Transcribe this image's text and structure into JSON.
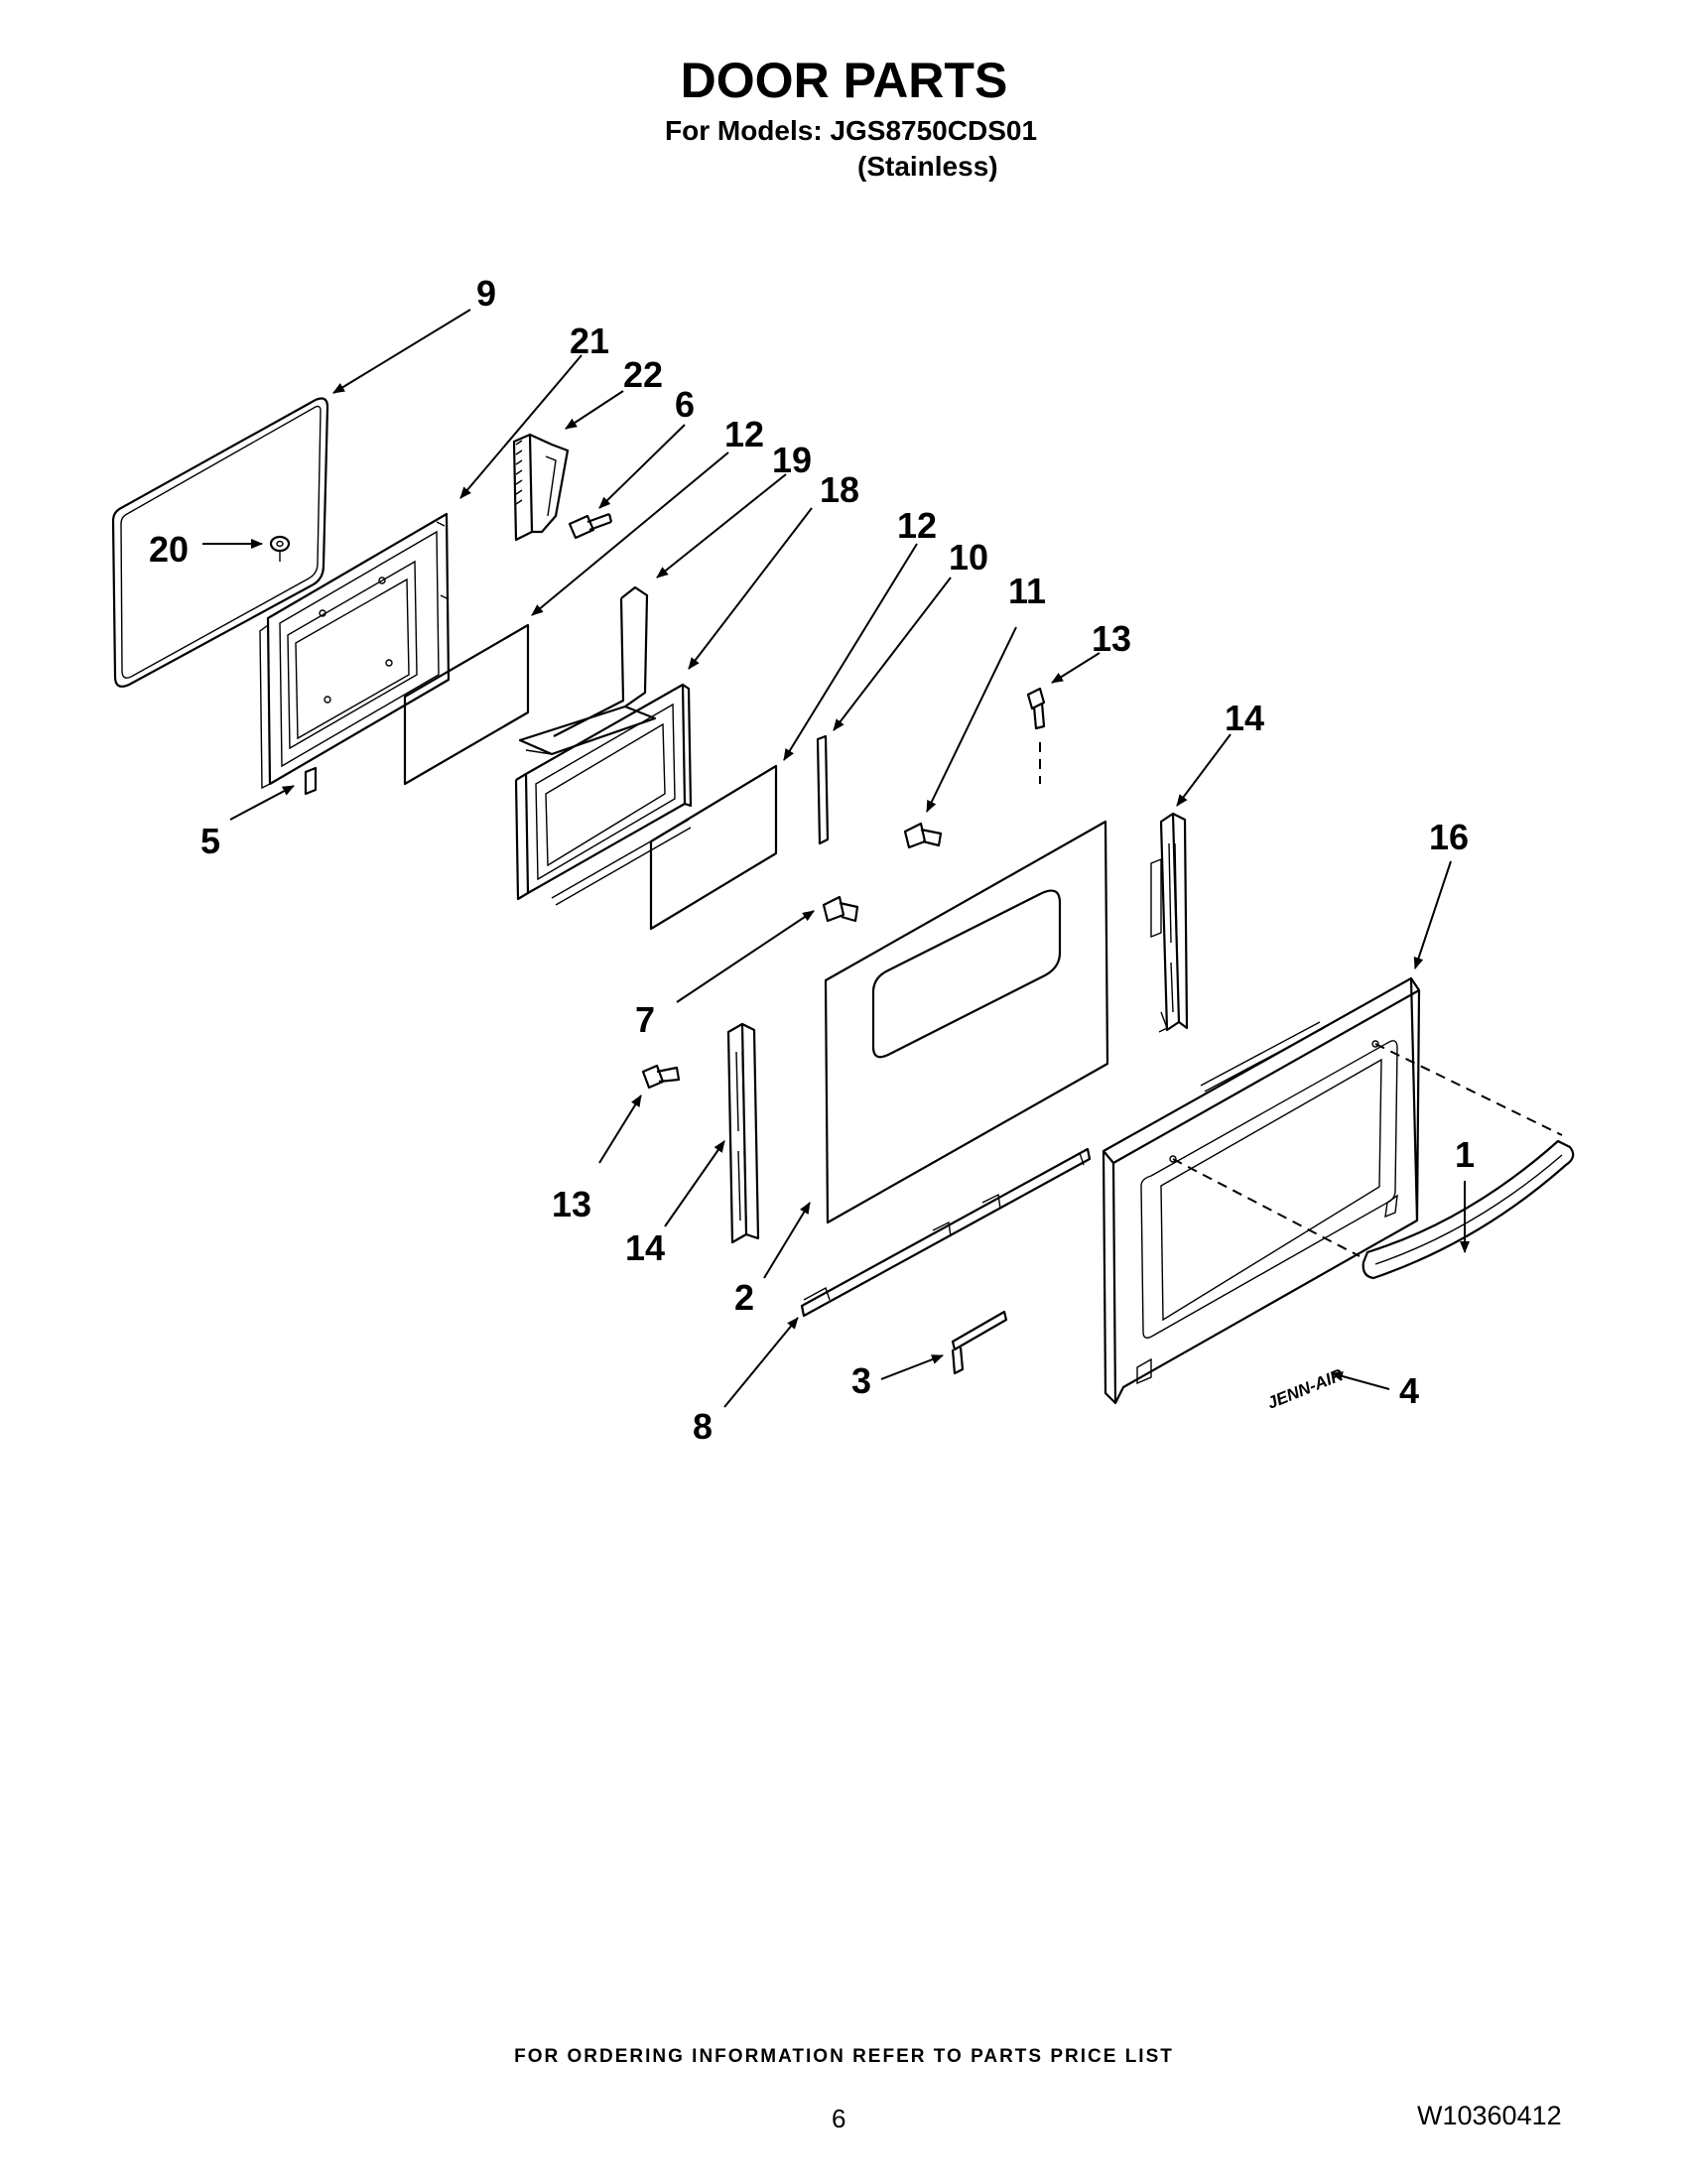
{
  "title": "DOOR PARTS",
  "models_line": "For Models: JGS8750CDS01",
  "variant": "(Stainless)",
  "callouts": [
    {
      "id": "c9",
      "label": "9"
    },
    {
      "id": "c21",
      "label": "21"
    },
    {
      "id": "c22",
      "label": "22"
    },
    {
      "id": "c6",
      "label": "6"
    },
    {
      "id": "c12a",
      "label": "12"
    },
    {
      "id": "c19",
      "label": "19"
    },
    {
      "id": "c18",
      "label": "18"
    },
    {
      "id": "c20",
      "label": "20"
    },
    {
      "id": "c5",
      "label": "5"
    },
    {
      "id": "c12b",
      "label": "12"
    },
    {
      "id": "c10",
      "label": "10"
    },
    {
      "id": "c11",
      "label": "11"
    },
    {
      "id": "c13a",
      "label": "13"
    },
    {
      "id": "c14a",
      "label": "14"
    },
    {
      "id": "c16",
      "label": "16"
    },
    {
      "id": "c7",
      "label": "7"
    },
    {
      "id": "c13b",
      "label": "13"
    },
    {
      "id": "c14b",
      "label": "14"
    },
    {
      "id": "c1",
      "label": "1"
    },
    {
      "id": "c2",
      "label": "2"
    },
    {
      "id": "c3",
      "label": "3"
    },
    {
      "id": "c4",
      "label": "4"
    },
    {
      "id": "c8",
      "label": "8"
    }
  ],
  "logo_text": "JENN-AIR",
  "footer": {
    "ordering_note": "FOR ORDERING INFORMATION REFER TO PARTS PRICE LIST",
    "page_number": "6",
    "document_number": "W10360412"
  }
}
